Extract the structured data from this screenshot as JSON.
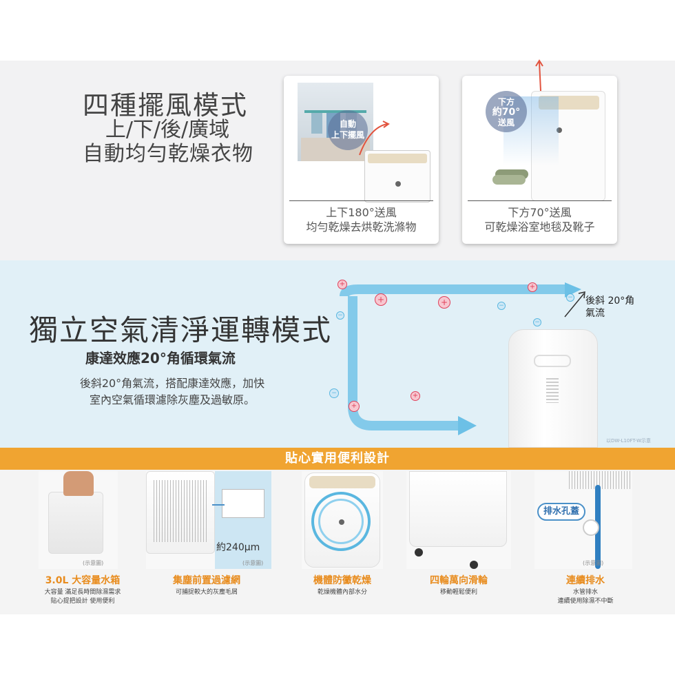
{
  "section1": {
    "title": "四種擺風模式",
    "subtitle": "上/下/後/廣域",
    "subtitle2": "自動均勻乾燥衣物",
    "card1": {
      "bubble": [
        "自動",
        "上下擺風"
      ],
      "caption1": "上下180°送風",
      "caption2": "均勻乾燥去烘乾洗滌物"
    },
    "card2": {
      "bubble": [
        "下方",
        "約70°",
        "送風"
      ],
      "caption1": "下方70°送風",
      "caption2": "可乾燥浴室地毯及靴子"
    }
  },
  "section2": {
    "title": "獨立空氣清淨運轉模式",
    "subtitle": "康達效應20°角循環氣流",
    "desc1": "後斜20°角氣流，搭配康達效應，加快",
    "desc2": "室內空氣循環濾除灰塵及過敏原。",
    "note1": "後斜 20°角",
    "note2": "氣流",
    "model": "以DW-L10FT-W示意"
  },
  "banner": "貼心實用便利設計",
  "features": [
    {
      "title": "3.0L 大容量水箱",
      "desc1": "大容量 滿足長時間除濕需求",
      "desc2": "貼心提把設計 使用便利",
      "note": "(示意圖)"
    },
    {
      "title": "集塵前置過濾網",
      "desc1": "可捕捉較大的灰塵毛屑",
      "desc2": "",
      "note": "(示意圖)",
      "size": "約240μm"
    },
    {
      "title": "機體防黴乾燥",
      "desc1": "乾燥機體內部水分",
      "desc2": ""
    },
    {
      "title": "四輪萬向滑輪",
      "desc1": "移動輕鬆便利",
      "desc2": ""
    },
    {
      "title": "連續排水",
      "desc1": "水管排水",
      "desc2": "連續使用除濕不中斷",
      "note": "(示意圖)",
      "tag": "排水孔蓋"
    }
  ],
  "colors": {
    "orange": "#f0a431",
    "feature_title": "#e88c1e",
    "airflow": "#5ab7e0",
    "plus": "#e0405a"
  }
}
